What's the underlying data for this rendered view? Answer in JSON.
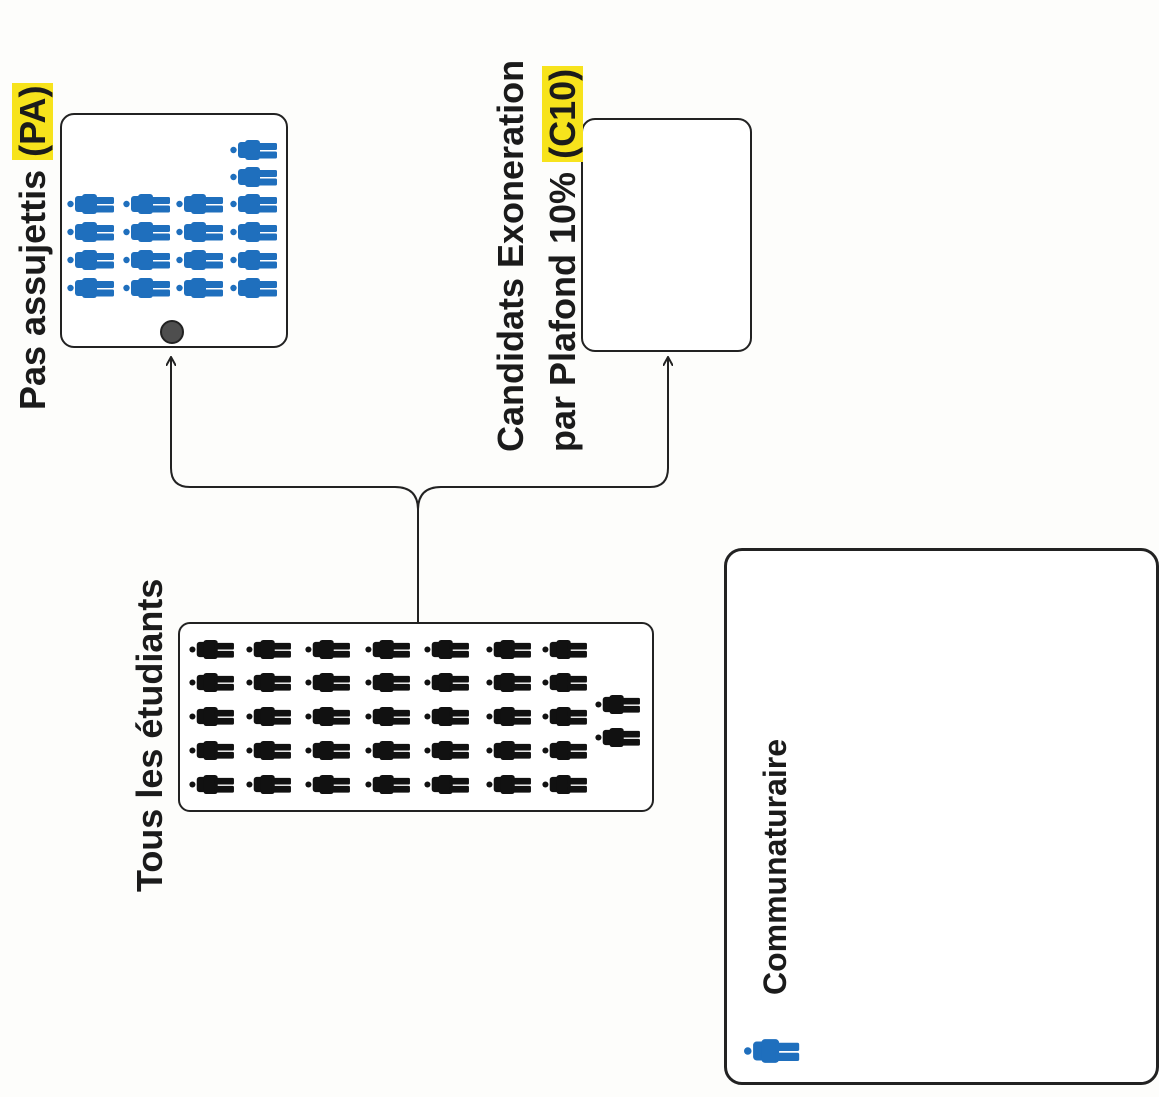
{
  "groups": {
    "pa": {
      "label": "Pas assujettis ",
      "code": "(PA)",
      "person_color": "#1f6fbd",
      "person_count": 18
    },
    "c10": {
      "label_line1": "Candidats Exoneration",
      "label_line2": "par Plafond 10% ",
      "code": "(C10)",
      "person_count": 0
    },
    "all": {
      "label": "Tous les étudiants",
      "person_color": "#111111",
      "person_count": 37
    },
    "comm": {
      "label": "Communaturaire",
      "person_color": "#1f6fbd",
      "person_count": 1
    }
  },
  "highlight_color": "#f7e31c"
}
